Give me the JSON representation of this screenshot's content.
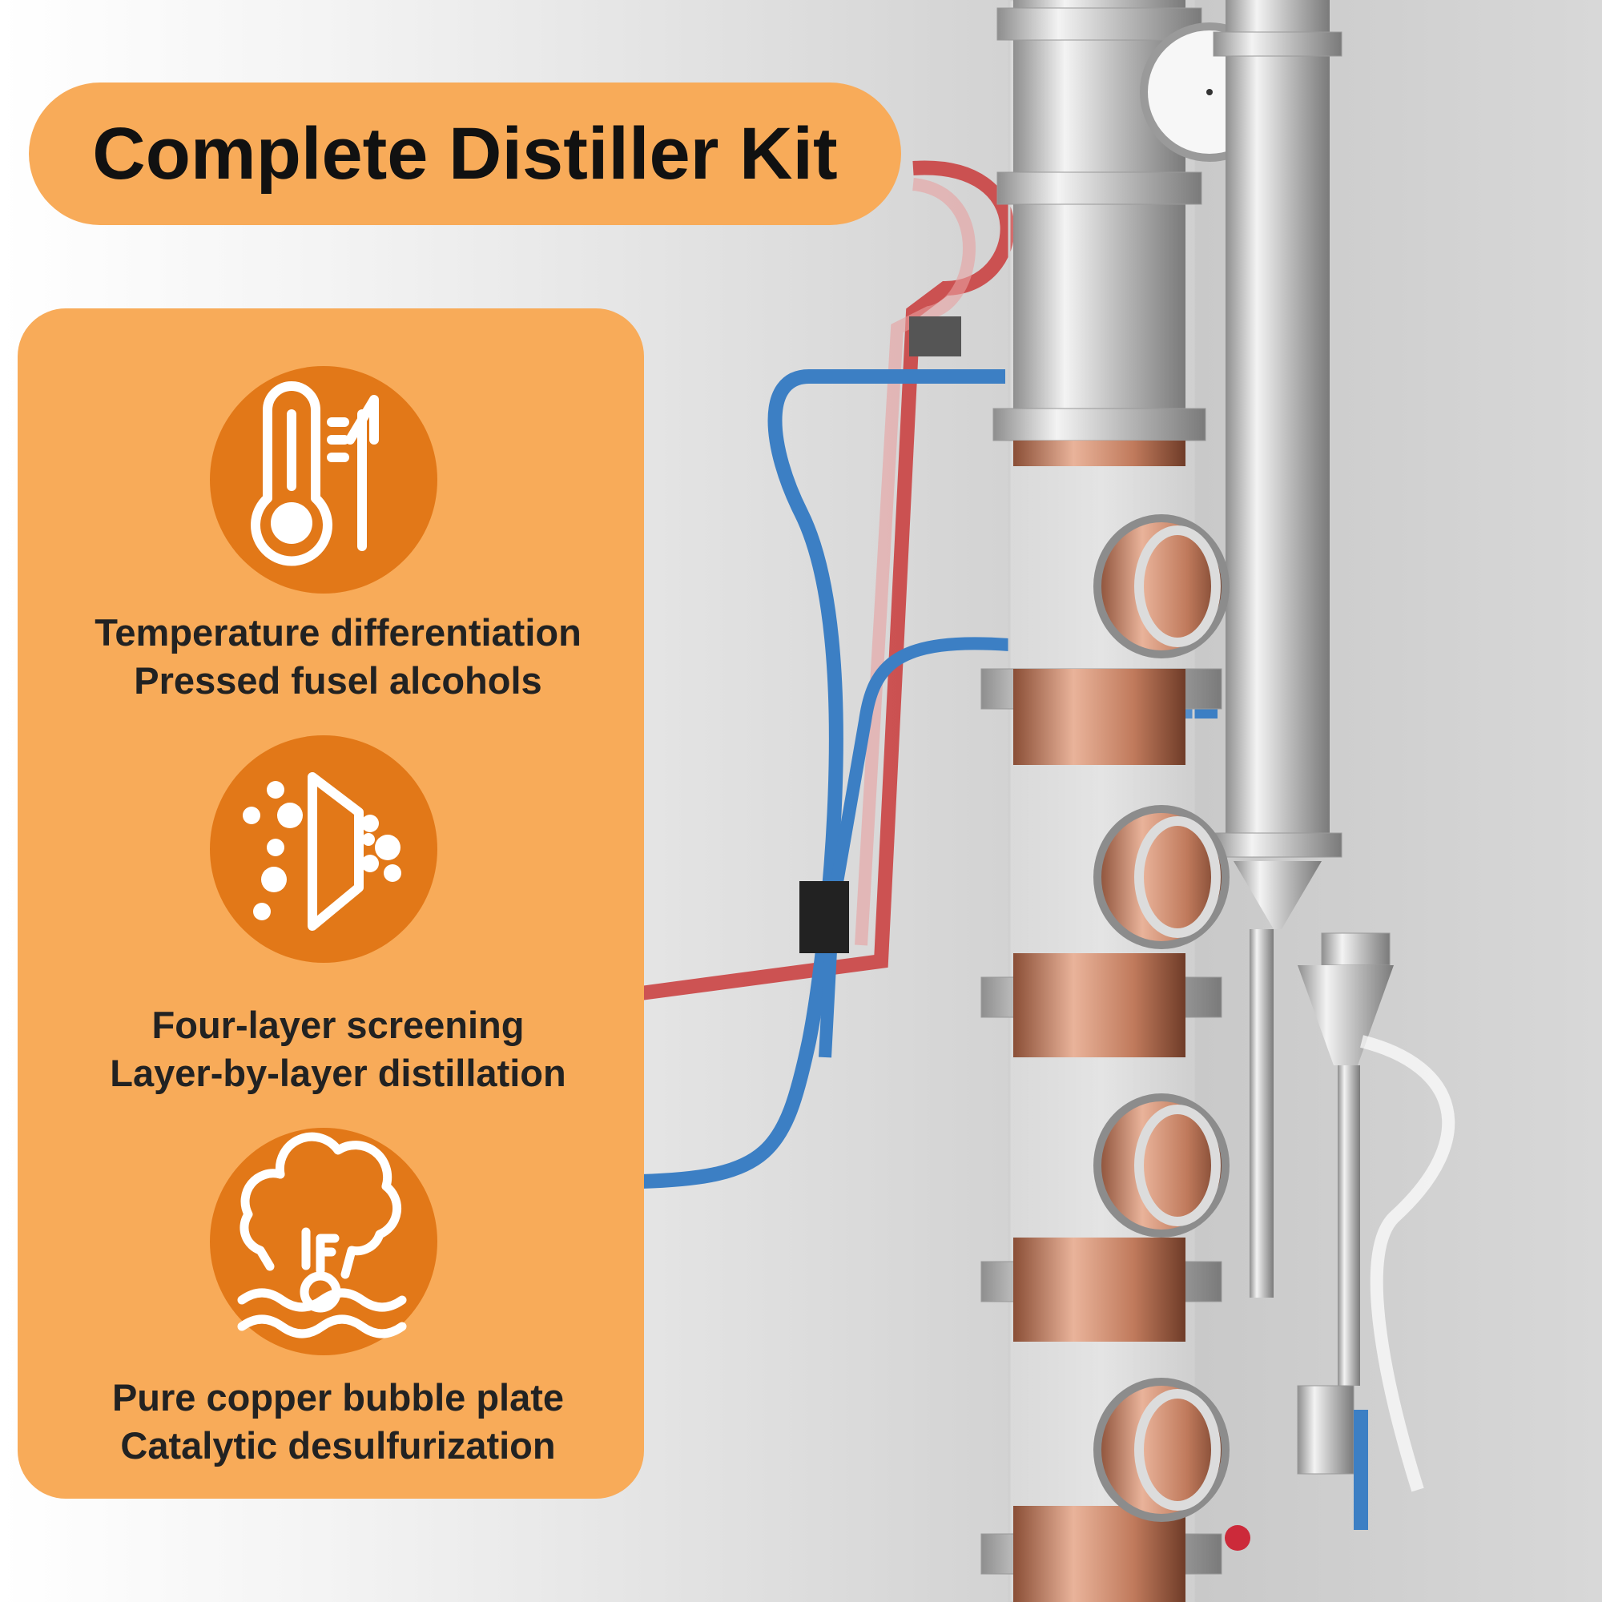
{
  "header": {
    "title": "Complete Distiller Kit"
  },
  "features": [
    {
      "icon": "thermometer-icon",
      "line1": "Temperature differentiation",
      "line2": "Pressed fusel alcohols"
    },
    {
      "icon": "filter-screen-icon",
      "line1": "Four-layer screening",
      "line2": "Layer-by-layer distillation"
    },
    {
      "icon": "vapor-bubble-icon",
      "line1": "Pure copper bubble plate",
      "line2": "Catalytic desulfurization"
    }
  ],
  "colors": {
    "accent": "#f8ab59",
    "icon_bg": "#e27818",
    "text": "#111111"
  }
}
